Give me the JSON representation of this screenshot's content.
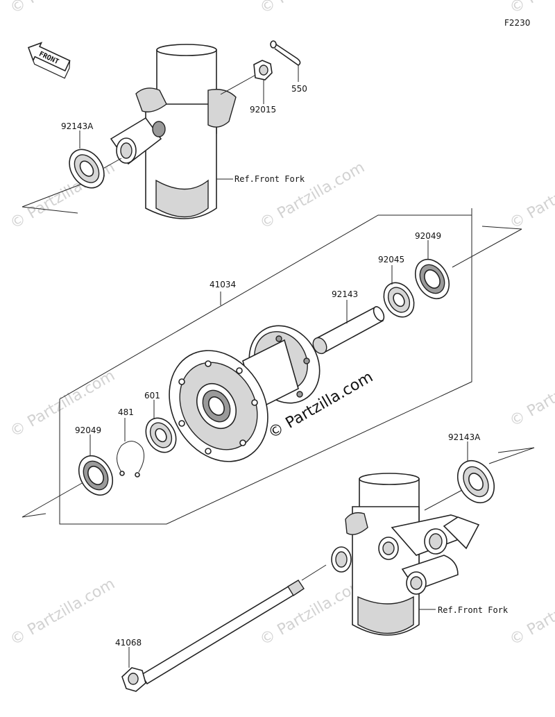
{
  "diagram_code": "F2230",
  "front_indicator": "FRONT",
  "watermark": "© Partzilla.com",
  "labels": {
    "p550": "550",
    "p92015": "92015",
    "p92143A_top": "92143A",
    "ref_front_fork_top": "Ref.Front Fork",
    "p41034": "41034",
    "p92049_right": "92049",
    "p92045": "92045",
    "p92143": "92143",
    "p601": "601",
    "p481": "481",
    "p92049_left": "92049",
    "p92143A_bottom": "92143A",
    "ref_front_fork_bottom": "Ref.Front Fork",
    "p41068": "41068"
  }
}
